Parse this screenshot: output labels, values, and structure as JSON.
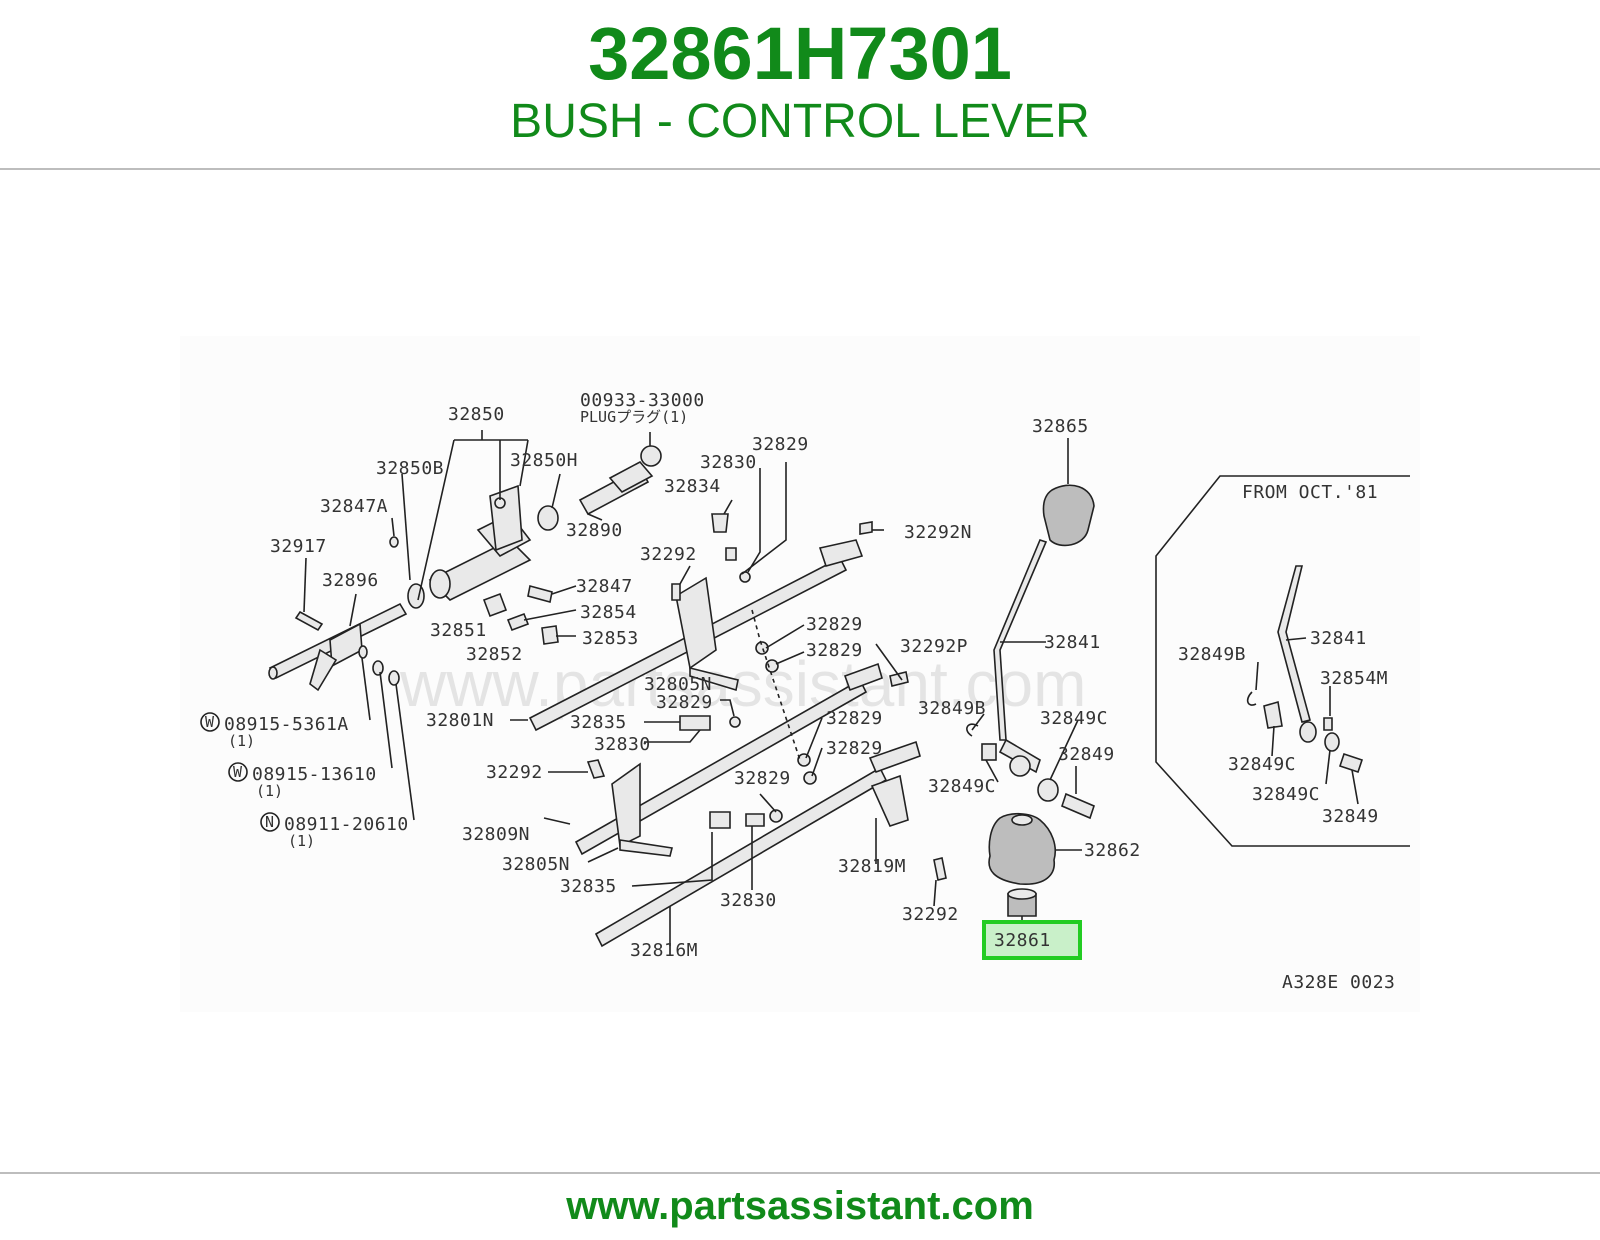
{
  "header": {
    "part_number": "32861H7301",
    "part_name": "BUSH - CONTROL LEVER"
  },
  "footer": {
    "url": "www.partsassistant.com"
  },
  "diagram": {
    "watermark": "www.partsassistant.com",
    "code": "A328E 0023",
    "inset_title": "FROM OCT.'81",
    "highlighted_label": "32861",
    "highlight_color": "#22cc22",
    "plug_note": "PLUGプラグ(1)",
    "qty_note": "(1)",
    "labels": {
      "l32850": "32850",
      "l00933": "00933-33000",
      "l32850B": "32850B",
      "l32850H": "32850H",
      "l32847A": "32847A",
      "l32890": "32890",
      "l32917": "32917",
      "l32896": "32896",
      "l32847": "32847",
      "l32854": "32854",
      "l32853": "32853",
      "l32851": "32851",
      "l32852": "32852",
      "l32830a": "32830",
      "l32829a": "32829",
      "l32834": "32834",
      "l32292a": "32292",
      "l32292N": "32292N",
      "l32829b": "32829",
      "l32829c": "32829",
      "l32292P": "32292P",
      "l32805Na": "32805N",
      "l32829d": "32829",
      "l32801N": "32801N",
      "l32835a": "32835",
      "l32830b": "32830",
      "l32829e": "32829",
      "l32829f": "32829",
      "l32292b": "32292",
      "l32829g": "32829",
      "l32809N": "32809N",
      "l32805Nb": "32805N",
      "l32835b": "32835",
      "l32830c": "32830",
      "l32819M": "32819M",
      "l32292c": "32292",
      "l32816M": "32816M",
      "l08915a": "08915-5361A",
      "l08915b": "08915-13610",
      "l08911": "08911-20610",
      "l32865": "32865",
      "l32841a": "32841",
      "l32849Ba": "32849B",
      "l32849Ca": "32849C",
      "l32849a": "32849",
      "l32849Cb": "32849C",
      "l32862": "32862",
      "l32841b": "32841",
      "l32849Bb": "32849B",
      "l32854M": "32854M",
      "l32849Cc": "32849C",
      "l32849Cd": "32849C",
      "l32849b": "32849"
    },
    "circle_marks": {
      "w": "W",
      "n": "N"
    }
  }
}
